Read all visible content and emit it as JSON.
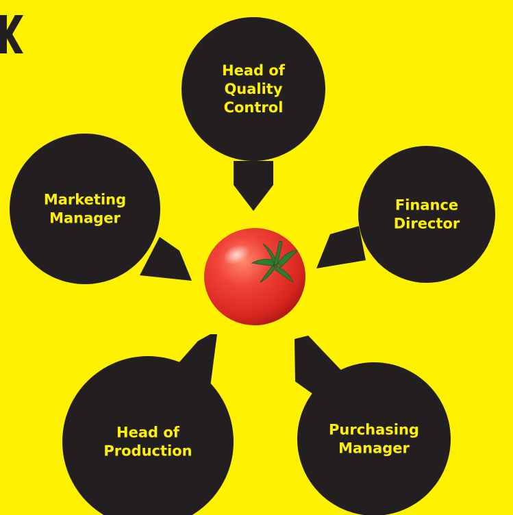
{
  "colors": {
    "background": "#FFF200",
    "node_fill": "#231F20",
    "label_text": "#FFF200",
    "tomato_red": "#E8322A",
    "stem_green": "#2E7D32"
  },
  "center": {
    "icon": "tomato-icon"
  },
  "corner_mark": {
    "icon": "partial-glyph-icon"
  },
  "nodes": [
    {
      "id": "head-of-quality-control",
      "lines": [
        "Head of",
        "Quality",
        "Control"
      ]
    },
    {
      "id": "finance-director",
      "lines": [
        "Finance",
        "Director"
      ]
    },
    {
      "id": "purchasing-manager",
      "lines": [
        "Purchasing",
        "Manager"
      ]
    },
    {
      "id": "head-of-production",
      "lines": [
        "Head of",
        "Production"
      ]
    },
    {
      "id": "marketing-manager",
      "lines": [
        "Marketing",
        "Manager"
      ]
    }
  ]
}
